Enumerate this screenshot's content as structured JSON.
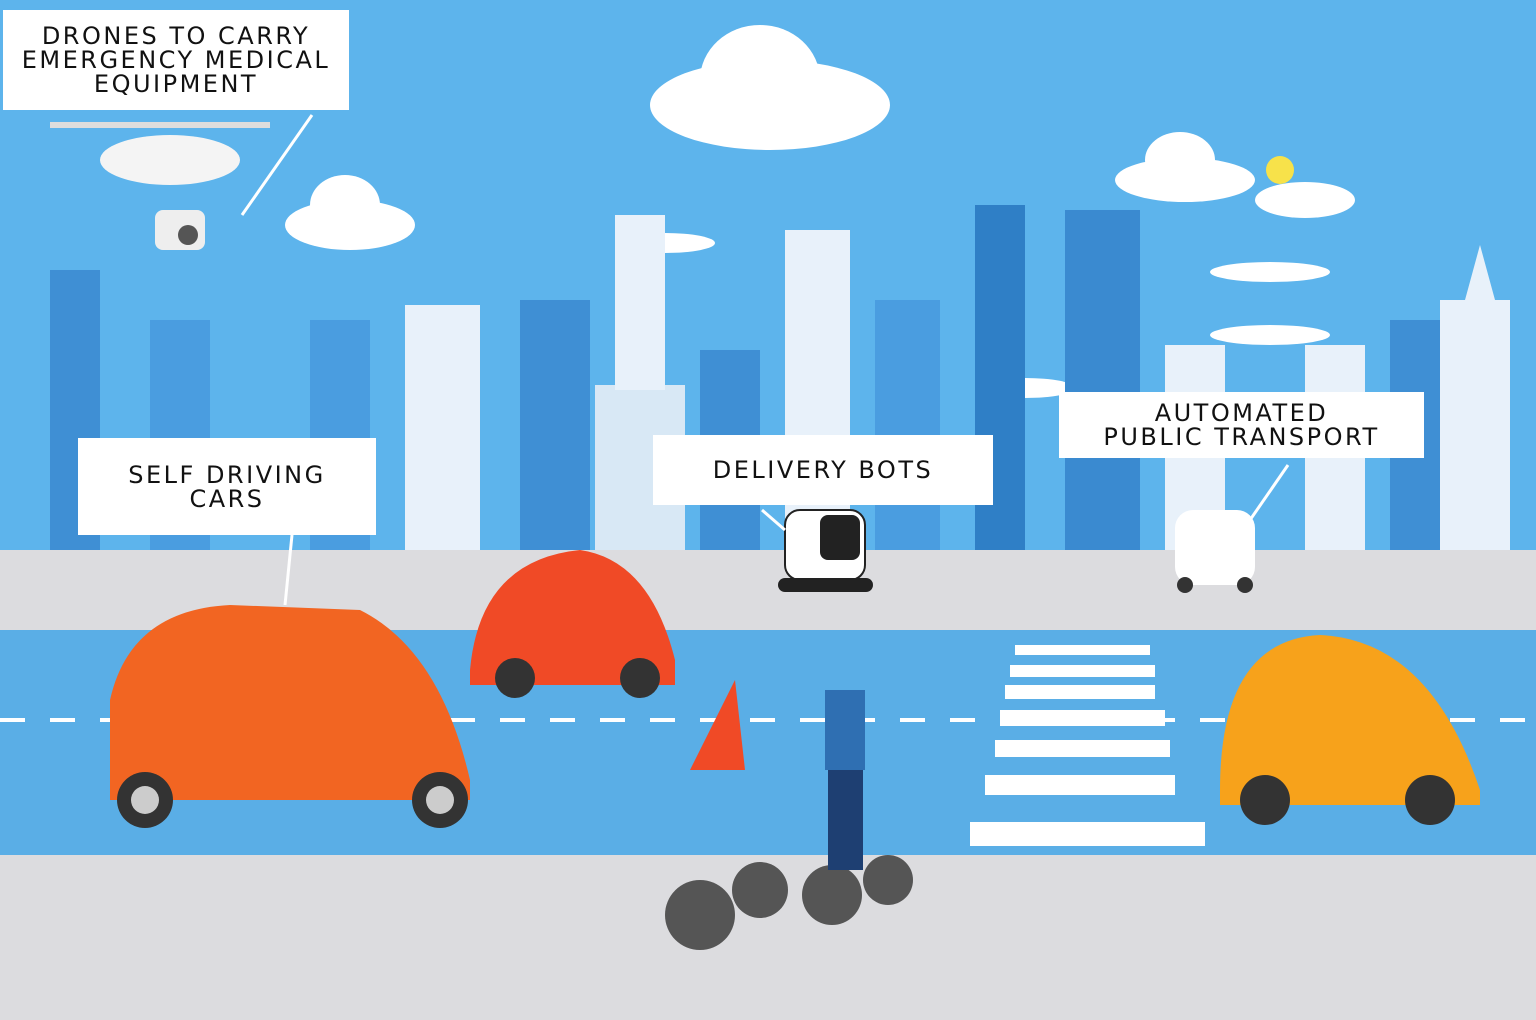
{
  "labels": {
    "drones": [
      "DRONES TO CARRY",
      "EMERGENCY MEDICAL",
      "EQUIPMENT"
    ],
    "cars": [
      "SELF DRIVING",
      "CARS"
    ],
    "bots": [
      "DELIVERY BOTS"
    ],
    "transport": [
      "AUTOMATED",
      "PUBLIC TRANSPORT"
    ]
  },
  "colors": {
    "sky": "#5db4ec",
    "road": "#5aaee6",
    "sidewalk": "#dcdcdf",
    "car_orange": "#f26522",
    "car_yellow": "#f7a21b",
    "building": "#3f8fd4"
  }
}
